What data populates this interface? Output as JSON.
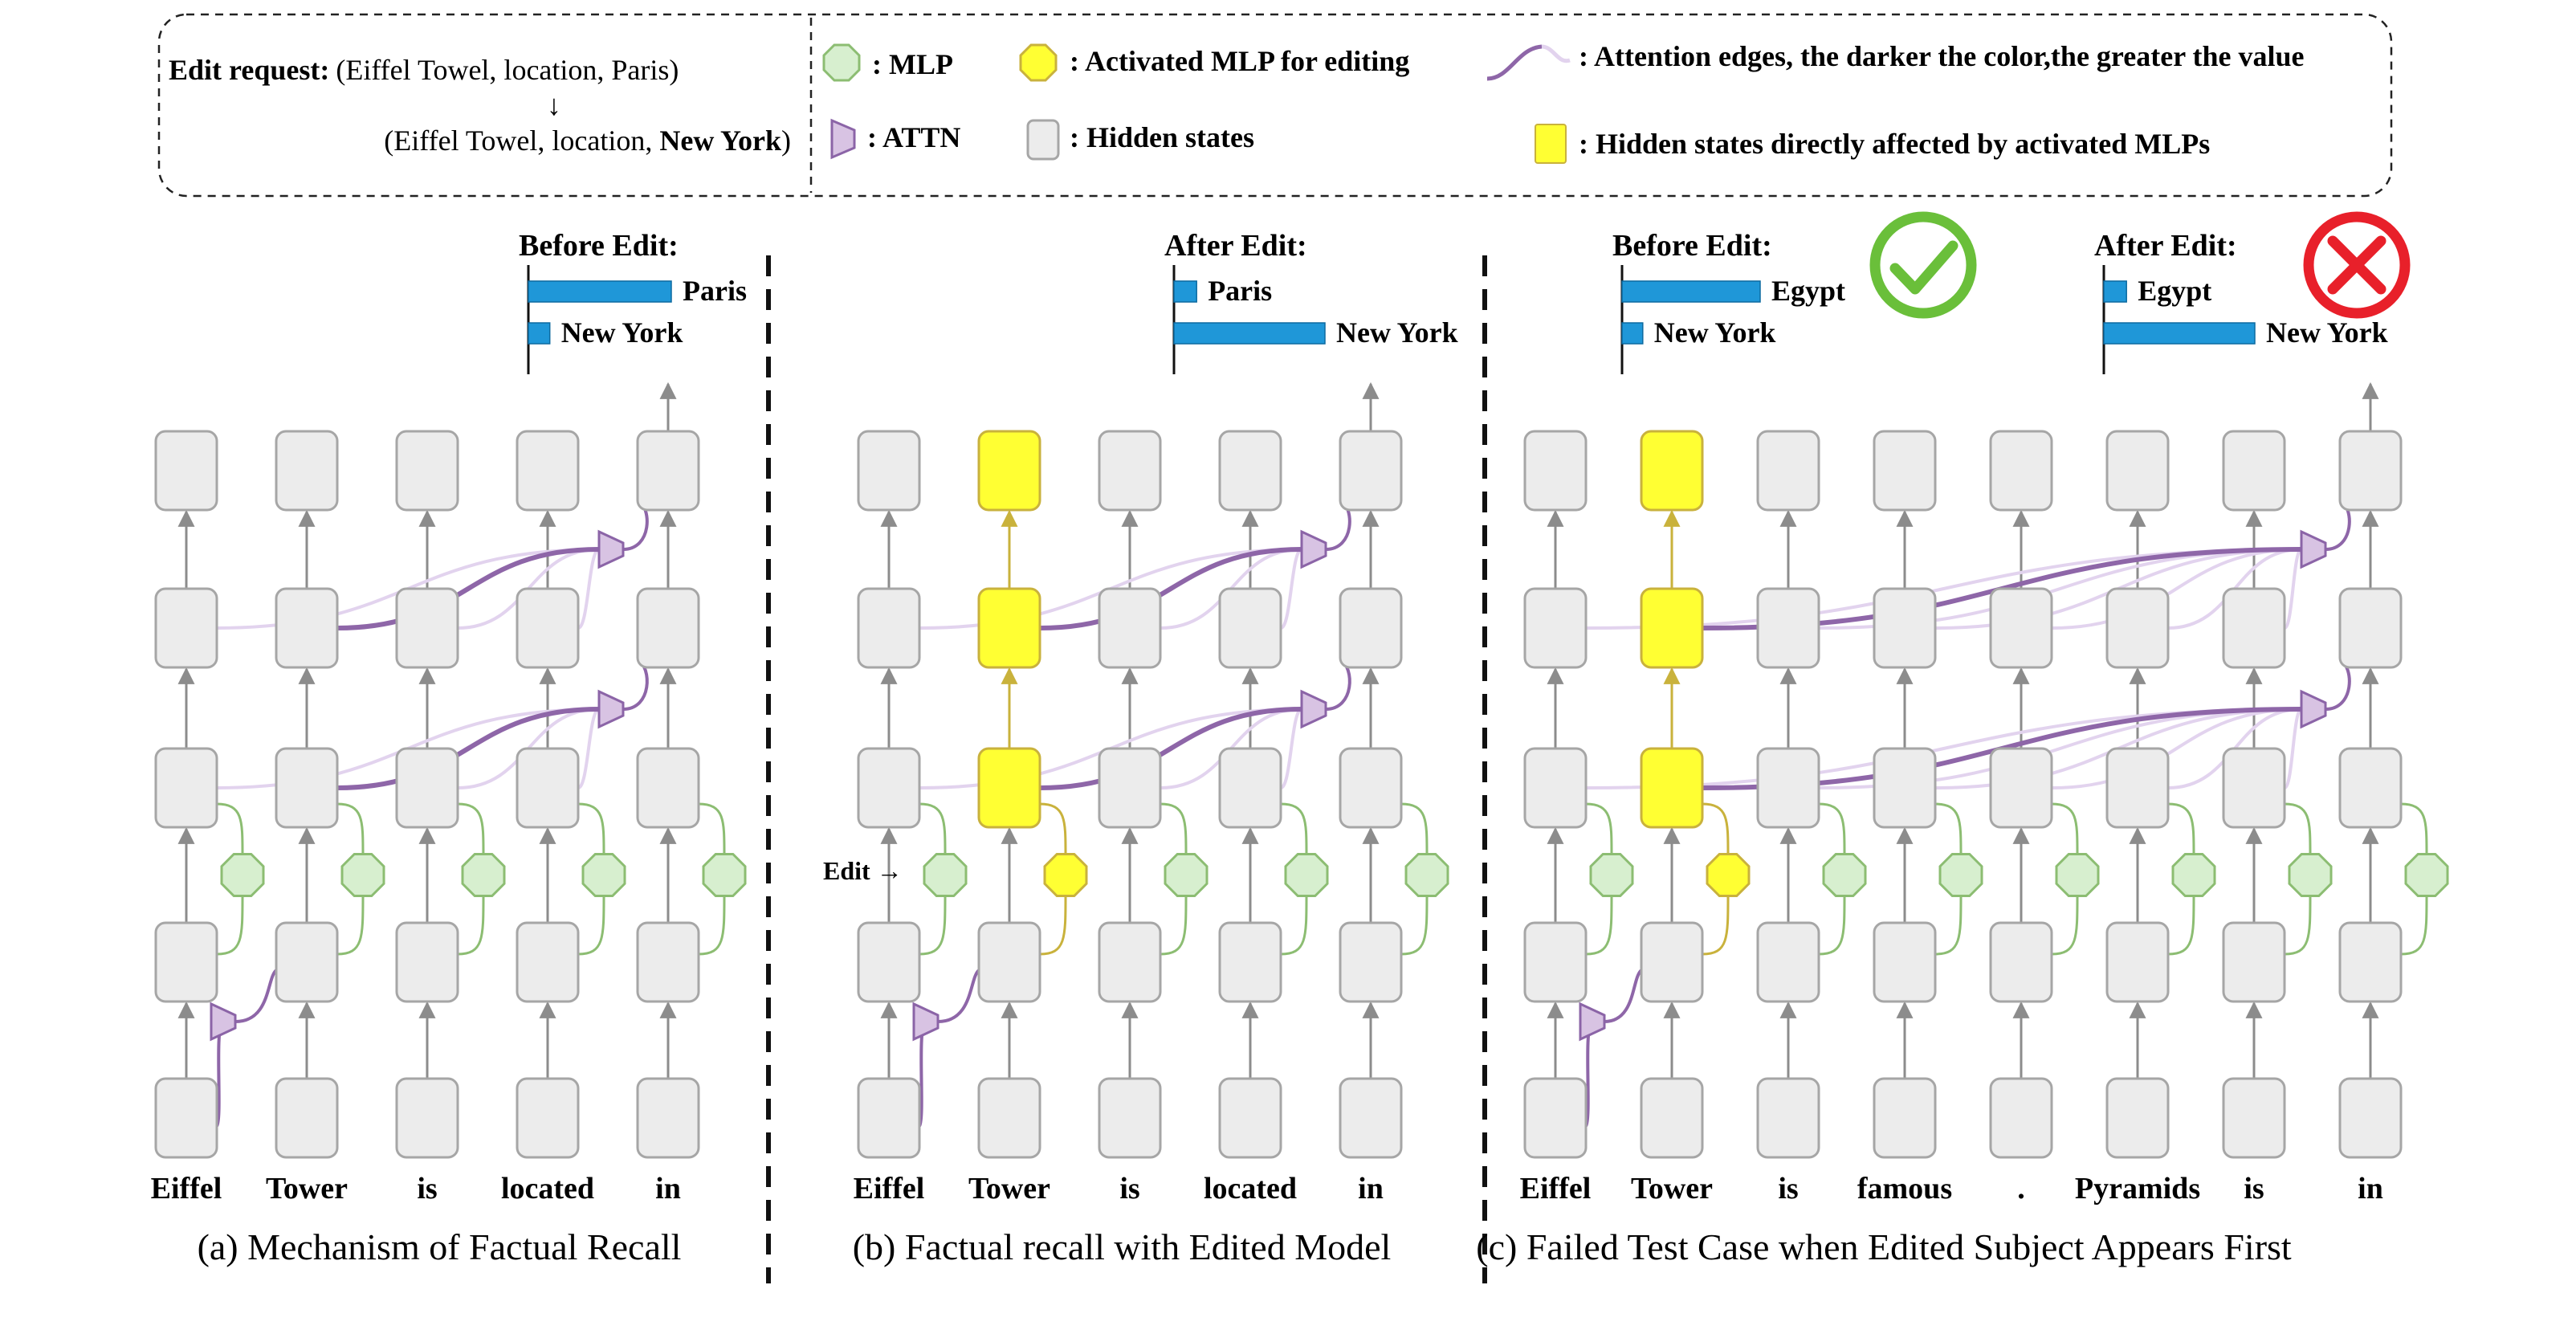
{
  "colors": {
    "node_fill": "#ececec",
    "node_stroke": "#a6a6a6",
    "activated_fill": "#ffff33",
    "activated_stroke": "#c9b23c",
    "mlp_fill": "#d7efcf",
    "mlp_stroke": "#8cbd72",
    "attn_fill": "#d8c3e3",
    "attn_stroke": "#8b64a7",
    "edge_dark": "#8e66a8",
    "edge_light": "#e2d3ee",
    "bar": "#1f97d8",
    "check": "#6abf3a",
    "cross": "#e8202a",
    "arrow": "#8c8c8c"
  },
  "legend": {
    "edit_request_label": "Edit request:",
    "edit_request_old": "(Eiffel Towel, location, Paris)",
    "edit_request_arrow": "↓",
    "edit_request_new_prefix": "(Eiffel Towel, location, ",
    "edit_request_new_bold": "New York",
    "edit_request_new_suffix": ")",
    "mlp": ": MLP",
    "attn": ": ATTN",
    "activated_mlp": ": Activated MLP for editing",
    "hidden_states": ": Hidden states",
    "attention_edges": ": Attention edges, the darker the color,the greater the value",
    "affected_states": ": Hidden states directly affected by activated MLPs"
  },
  "panels": {
    "a": {
      "caption": "(a) Mechanism of Factual Recall",
      "tokens": [
        "Eiffel",
        "Tower",
        "is",
        "located",
        "in"
      ],
      "result_title": "Before Edit:",
      "bars": [
        {
          "label": "Paris",
          "value": 1.0
        },
        {
          "label": "New York",
          "value": 0.15
        }
      ]
    },
    "b": {
      "caption": "(b) Factual recall with Edited Model",
      "tokens": [
        "Eiffel",
        "Tower",
        "is",
        "located",
        "in"
      ],
      "edit_marker": "Edit →",
      "result_title": "After Edit:",
      "bars": [
        {
          "label": "Paris",
          "value": 0.15
        },
        {
          "label": "New York",
          "value": 1.0
        }
      ]
    },
    "c": {
      "caption": "(c) Failed Test Case when Edited Subject Appears First",
      "tokens": [
        "Eiffel",
        "Tower",
        "is",
        "famous",
        ".",
        "Pyramids",
        "is",
        "in"
      ],
      "before_title": "Before Edit:",
      "before_bars": [
        {
          "label": "Egypt",
          "value": 1.0
        },
        {
          "label": "New York",
          "value": 0.15
        }
      ],
      "before_status": "check-icon",
      "after_title": "After Edit:",
      "after_bars": [
        {
          "label": "Egypt",
          "value": 0.15
        },
        {
          "label": "New York",
          "value": 1.0
        }
      ],
      "after_status": "cross-icon"
    }
  }
}
